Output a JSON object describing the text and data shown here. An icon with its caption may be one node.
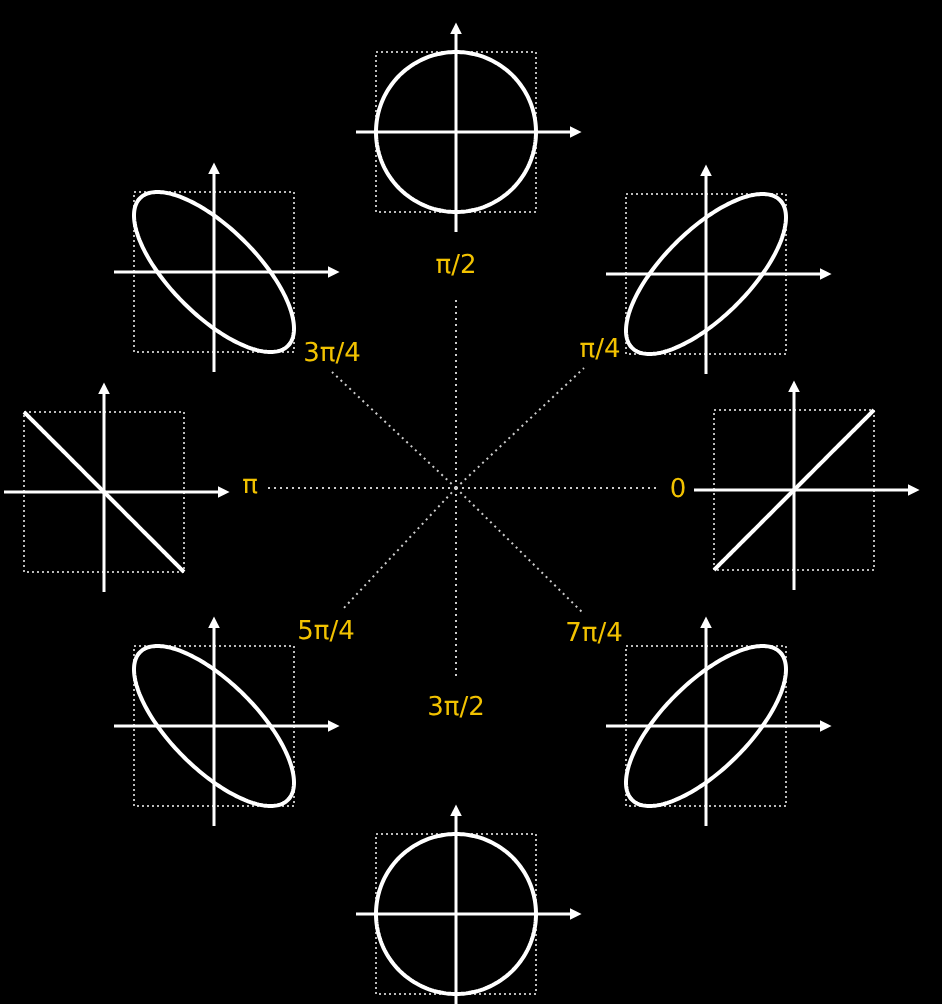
{
  "diagram": {
    "labels": [
      "π/2",
      "3π/4",
      "π/4",
      "π",
      "0",
      "5π/4",
      "7π/4",
      "3π/2"
    ]
  }
}
